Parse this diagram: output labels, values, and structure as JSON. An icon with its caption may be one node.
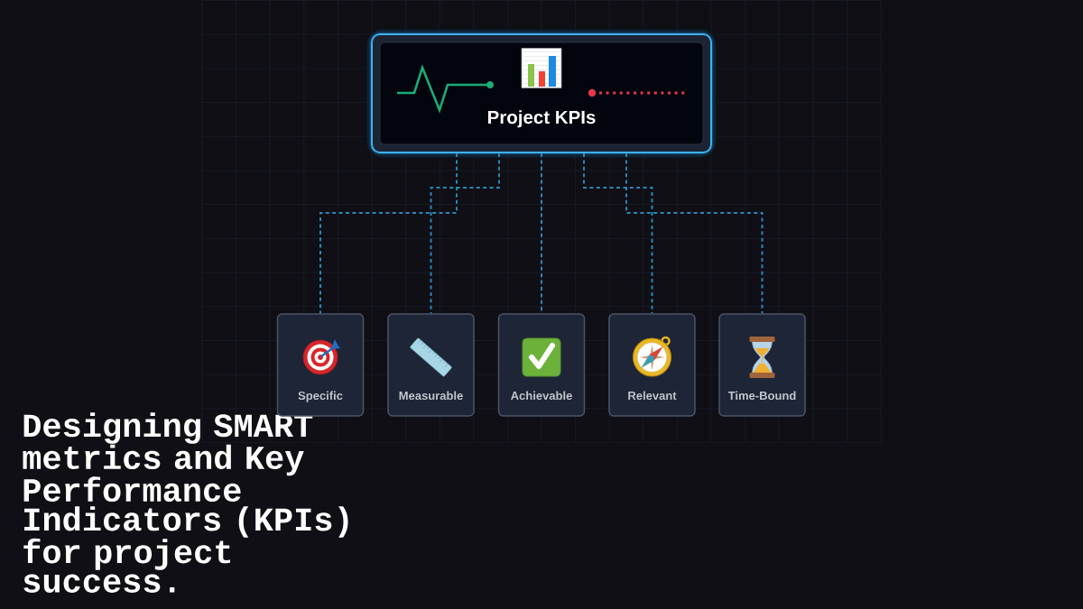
{
  "diagram": {
    "title": "Designing SMART metrics and Key Performance Indicators (KPIs) for project success.",
    "nodes": [
      {
        "text": [
          "Project KPIs"
        ]
      },
      {
        "text": [
          "Specific"
        ]
      },
      {
        "text": [
          "Measurable"
        ]
      },
      {
        "text": [
          "Achievable"
        ]
      },
      {
        "text": [
          "Relevant"
        ]
      },
      {
        "text": [
          "Time-Bound"
        ]
      }
    ],
    "edges": [
      {
        "from": 0,
        "to": 1,
        "arrow": "none",
        "style": "dashed"
      },
      {
        "from": 0,
        "to": 2,
        "arrow": "none",
        "style": "dashed"
      },
      {
        "from": 0,
        "to": 3,
        "arrow": "none",
        "style": "dashed"
      },
      {
        "from": 0,
        "to": 4,
        "arrow": "none",
        "style": "dashed"
      },
      {
        "from": 0,
        "to": 5,
        "arrow": "none",
        "style": "dashed"
      }
    ]
  }
}
